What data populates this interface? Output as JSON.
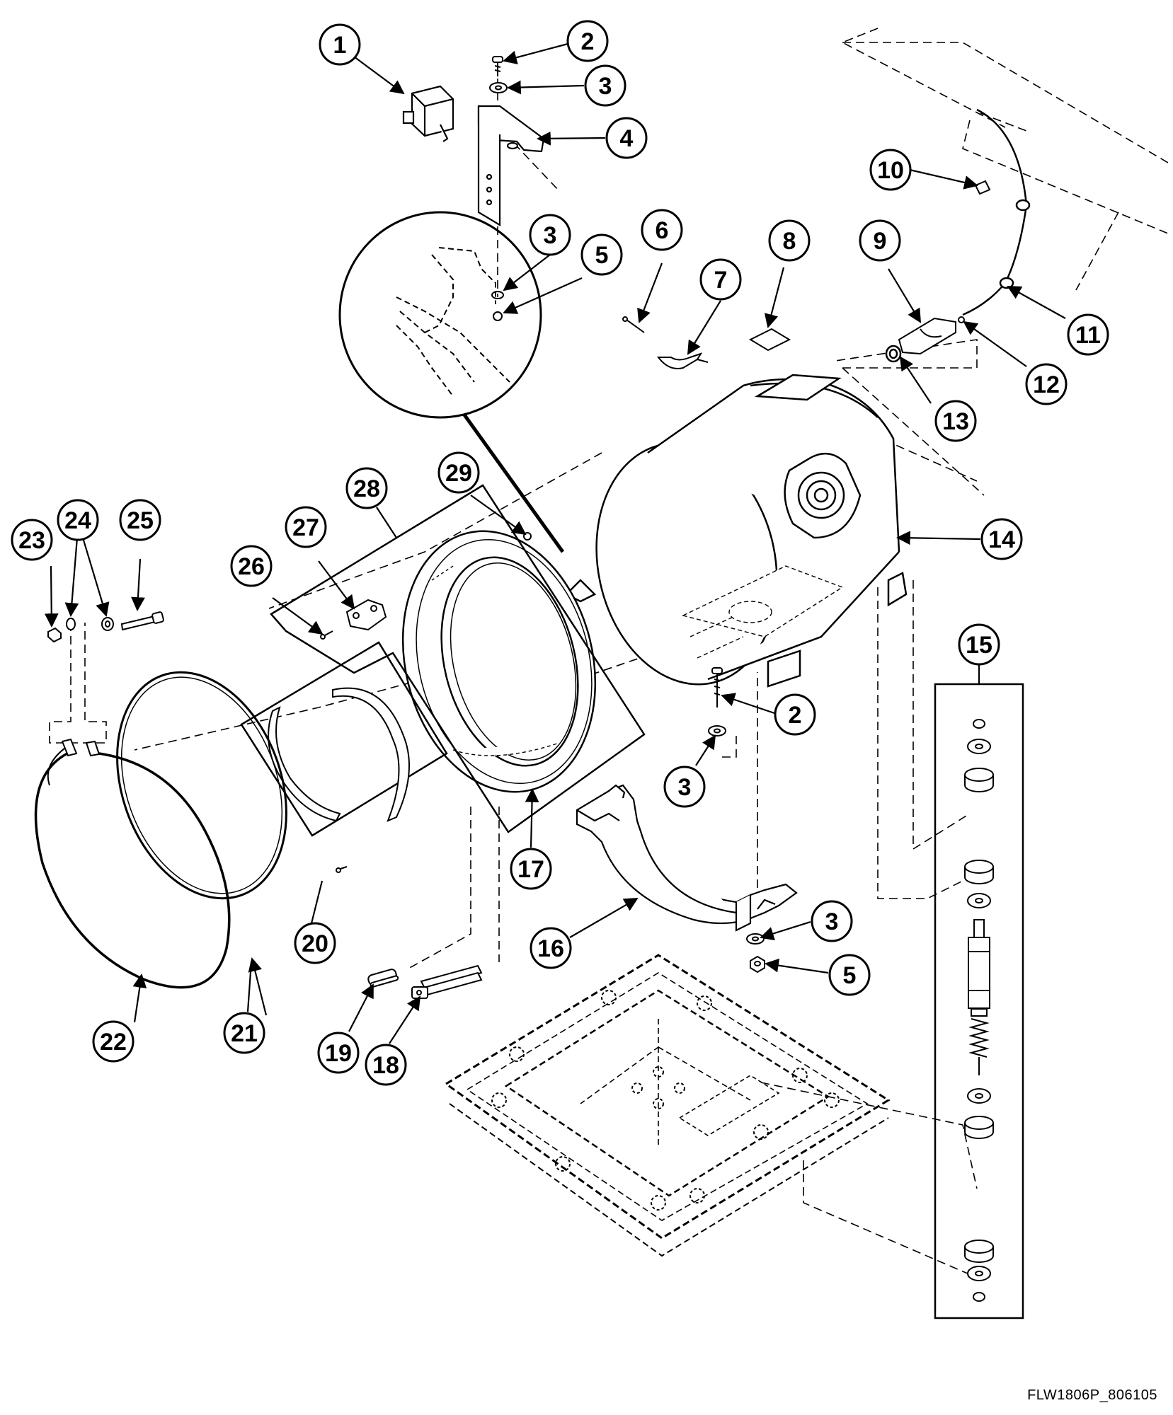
{
  "diagram": {
    "caption": "FLW1806P_806105",
    "colors": {
      "line": "#000000",
      "callout_fill": "#ffffff",
      "background": "#ffffff"
    },
    "callouts": [
      {
        "id": "c1",
        "label": "1"
      },
      {
        "id": "c2a",
        "label": "2"
      },
      {
        "id": "c3a",
        "label": "3"
      },
      {
        "id": "c4",
        "label": "4"
      },
      {
        "id": "c3b",
        "label": "3"
      },
      {
        "id": "c5a",
        "label": "5"
      },
      {
        "id": "c6",
        "label": "6"
      },
      {
        "id": "c7",
        "label": "7"
      },
      {
        "id": "c8",
        "label": "8"
      },
      {
        "id": "c9",
        "label": "9"
      },
      {
        "id": "c10",
        "label": "10"
      },
      {
        "id": "c11",
        "label": "11"
      },
      {
        "id": "c12",
        "label": "12"
      },
      {
        "id": "c13",
        "label": "13"
      },
      {
        "id": "c14",
        "label": "14"
      },
      {
        "id": "c15",
        "label": "15"
      },
      {
        "id": "c2b",
        "label": "2"
      },
      {
        "id": "c3c",
        "label": "3"
      },
      {
        "id": "c16",
        "label": "16"
      },
      {
        "id": "c3d",
        "label": "3"
      },
      {
        "id": "c5b",
        "label": "5"
      },
      {
        "id": "c17",
        "label": "17"
      },
      {
        "id": "c18",
        "label": "18"
      },
      {
        "id": "c19",
        "label": "19"
      },
      {
        "id": "c20",
        "label": "20"
      },
      {
        "id": "c21",
        "label": "21"
      },
      {
        "id": "c22",
        "label": "22"
      },
      {
        "id": "c23",
        "label": "23"
      },
      {
        "id": "c24",
        "label": "24"
      },
      {
        "id": "c25",
        "label": "25"
      },
      {
        "id": "c26",
        "label": "26"
      },
      {
        "id": "c27",
        "label": "27"
      },
      {
        "id": "c28",
        "label": "28"
      },
      {
        "id": "c29",
        "label": "29"
      }
    ]
  }
}
